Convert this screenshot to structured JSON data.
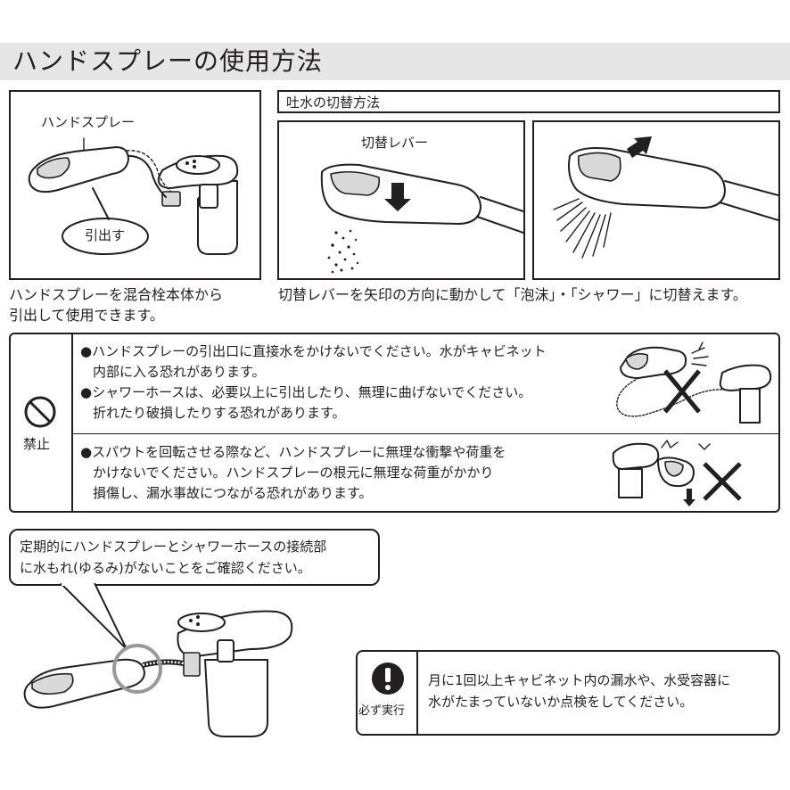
{
  "page": {
    "title": "ハンドスプレーの使用方法",
    "panel1": {
      "label_spray": "ハンドスプレー",
      "label_pull": "引出す",
      "caption_line1": "ハンドスプレーを混合栓本体から",
      "caption_line2": "引出して使用できます。"
    },
    "switch_section": {
      "header": "吐水の切替方法",
      "lever_label": "切替レバー",
      "caption": "切替レバーを矢印の方向に動かして「泡沫」・「シャワー」に切替えます。"
    },
    "prohibition": {
      "icon": "prohibited-circle-icon",
      "label": "禁止",
      "item1_line1": "●ハンドスプレーの引出口に直接水をかけないでください。水がキャビネット",
      "item1_line2": "内部に入る恐れがあります。",
      "item2_line1": "●シャワーホースは、必要以上に引出したり、無理に曲げないでください。",
      "item2_line2": "折れたり破損したりする恐れがあります。",
      "item3_line1": "●スパウトを回転させる際など、ハンドスプレーに無理な衝撃や荷重を",
      "item3_line2": "かけないでください。ハンドスプレーの根元に無理な荷重がかかり",
      "item3_line3": "損傷し、漏水事故につながる恐れがあります。"
    },
    "bubble": {
      "line1": "定期的にハンドスプレーとシャワーホースの接続部",
      "line2": "に水もれ(ゆるみ)がないことをご確認ください。"
    },
    "mandatory": {
      "icon": "exclamation-circle-icon",
      "label": "必ず実行",
      "line1": "月に1回以上キャビネット内の漏水や、水受容器に",
      "line2": "水がたまっていないか点検をしてください。"
    },
    "colors": {
      "title_band": "#e6e6e6",
      "ink": "#231f20",
      "highlight_ring": "#999999"
    }
  }
}
